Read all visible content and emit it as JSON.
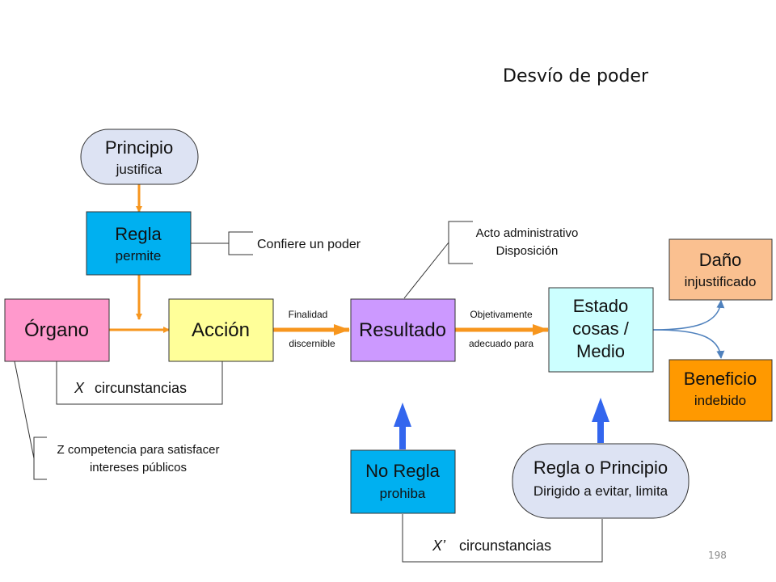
{
  "title": "Desvío de poder",
  "page_number": "198",
  "nodes": {
    "principio": {
      "line1": "Principio",
      "line2": "justifica"
    },
    "regla": {
      "line1": "Regla",
      "line2": "permite"
    },
    "organo": {
      "line1": "Órgano"
    },
    "accion": {
      "line1": "Acción"
    },
    "resultado": {
      "line1": "Resultado"
    },
    "estado": {
      "line1": "Estado",
      "line2": "cosas /",
      "line3": "Medio"
    },
    "dano": {
      "line1": "Daño",
      "line2": "injustificado"
    },
    "beneficio": {
      "line1": "Beneficio",
      "line2": "indebido"
    },
    "no_regla": {
      "line1": "No Regla",
      "line2": "prohiba"
    },
    "regla_principio": {
      "line1": "Regla o Principio",
      "line2": "Dirigido a evitar, limita"
    }
  },
  "annotations": {
    "confiere": "Confiere un poder",
    "acto_line1": "Acto administrativo",
    "acto_line2": "Disposición",
    "finalidad_line1": "Finalidad",
    "finalidad_line2": "discernible",
    "objetivamente_line1": "Objetivamente",
    "objetivamente_line2": "adecuado para",
    "x_circ_var": "X",
    "x_circ_text": "circunstancias",
    "z_line1": "Z competencia para satisfacer",
    "z_line2": "intereses públicos",
    "xp_circ_var": "X’",
    "xp_circ_text": "circunstancias"
  },
  "colors": {
    "principio_fill": "#dde3f3",
    "regla_fill": "#00b0f0",
    "organo_fill": "#ff99cc",
    "accion_fill": "#ffff99",
    "resultado_fill": "#cc99ff",
    "estado_fill": "#ccffff",
    "dano_fill": "#fac090",
    "beneficio_fill": "#ff9900",
    "no_regla_fill": "#00b0f0",
    "regla_principio_fill": "#dde3f3",
    "orange_arrow": "#f7961e",
    "blue_arrow": "#3366ee",
    "thin_arrow": "#4f81bd"
  }
}
